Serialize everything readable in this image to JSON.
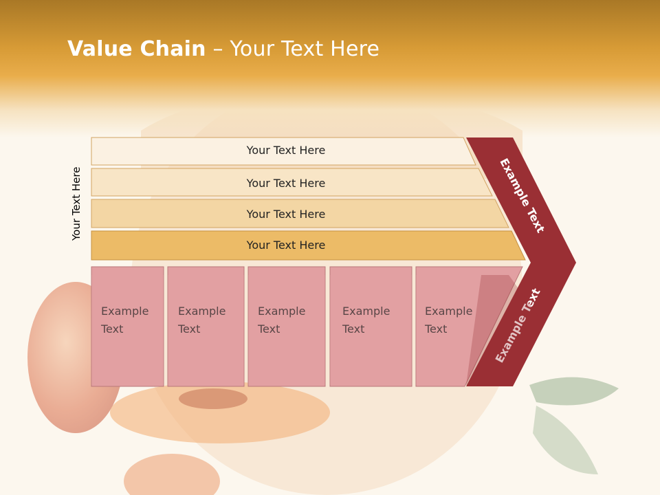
{
  "slide": {
    "title_bold": "Value Chain",
    "title_rest": " – Your Text Here",
    "vertical_label": "Your Text Here",
    "rows": [
      "Your Text Here",
      "Your Text Here",
      "Your Text Here",
      "Your Text Here"
    ],
    "boxes": [
      [
        "Example",
        "Text"
      ],
      [
        "Example",
        "Text"
      ],
      [
        "Example",
        "Text"
      ],
      [
        "Example",
        "Text"
      ],
      [
        "Example",
        "Text"
      ]
    ],
    "arrow_top_label": "Example Text",
    "arrow_bottom_label": "Example Text"
  },
  "colors": {
    "row1": "#fbf1e2",
    "row2": "#f8e5c6",
    "row3": "#f3d6a4",
    "row4": "#ecbb67",
    "box": "#e2a0a2",
    "arrow": "#9a2f34"
  }
}
